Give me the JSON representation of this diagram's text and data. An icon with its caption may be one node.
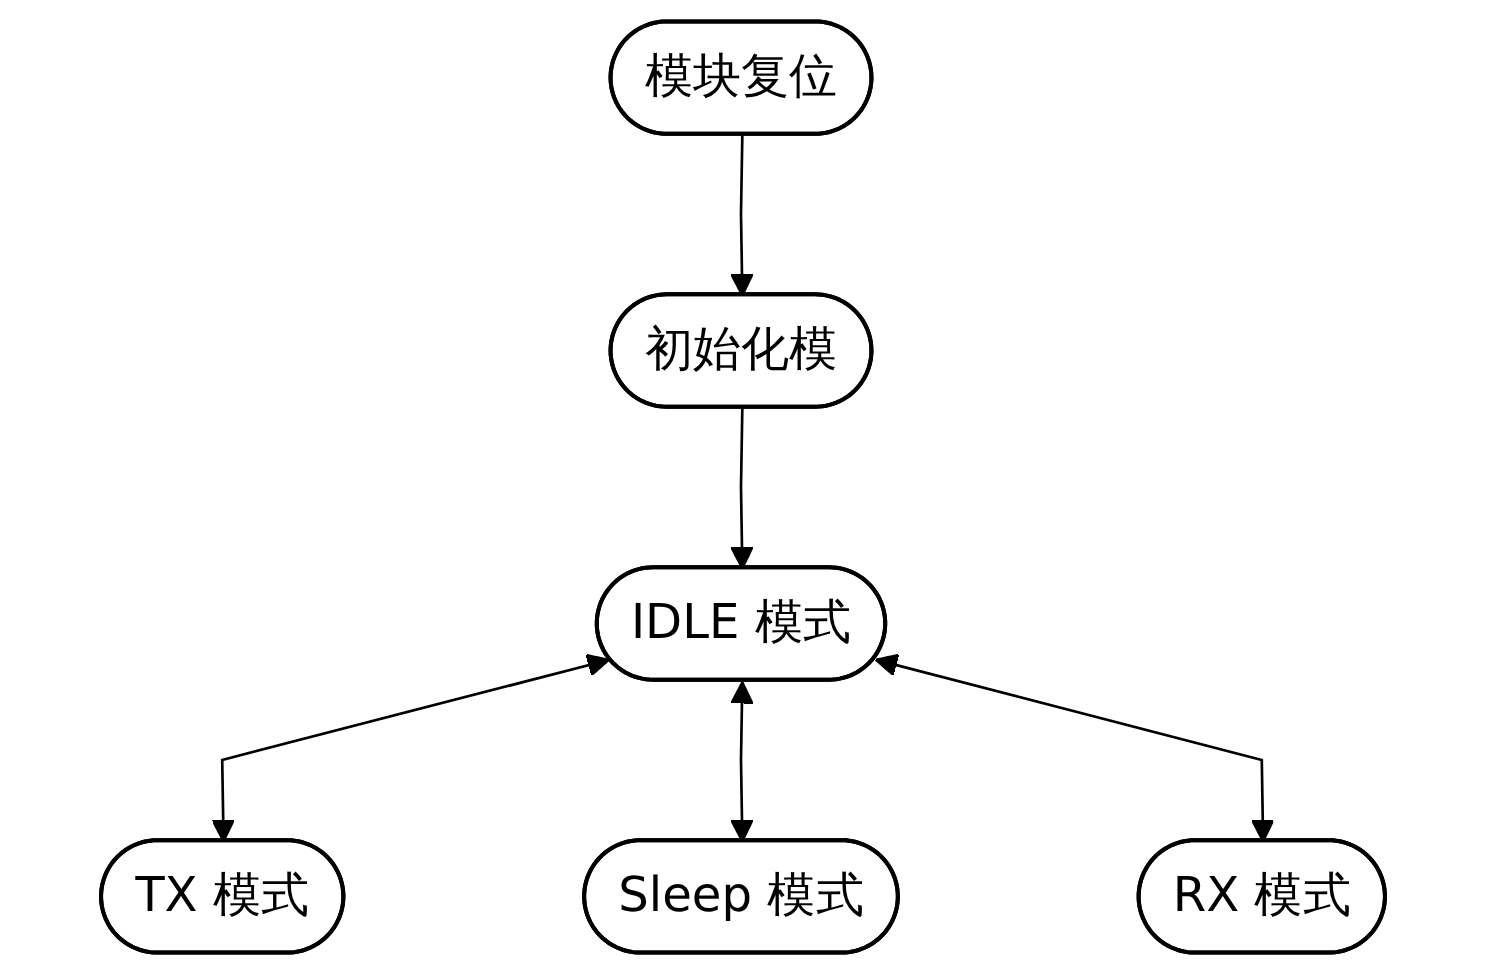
{
  "diagram": {
    "nodes": [
      {
        "text": [
          "模块复位"
        ]
      },
      {
        "text": [
          "初始化模"
        ]
      },
      {
        "text": [
          "IDLE 模式"
        ]
      },
      {
        "text": [
          "TX 模式"
        ]
      },
      {
        "text": [
          "Sleep 模式"
        ]
      },
      {
        "text": [
          "RX 模式"
        ]
      }
    ],
    "edges": [
      {
        "from": 0,
        "to": 1,
        "arrow": "to"
      },
      {
        "from": 1,
        "to": 2,
        "arrow": "to"
      },
      {
        "from": 2,
        "to": 3,
        "arrow": "both"
      },
      {
        "from": 2,
        "to": 4,
        "arrow": "both"
      },
      {
        "from": 2,
        "to": 5,
        "arrow": "both"
      }
    ]
  }
}
